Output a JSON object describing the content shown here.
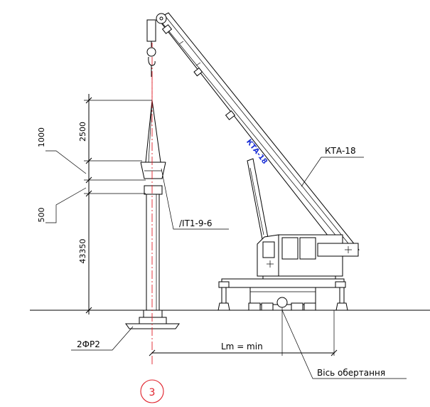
{
  "labels": {
    "crane": "КТА-18",
    "pylon_part": "/IT1-9-6",
    "base_part": "2ФР2",
    "reach": "Lm = min",
    "rotation_axis": "Вісь обертання",
    "boom_brand": "КТА-18",
    "axis_marker": "3"
  },
  "dimensions": {
    "top_height": "2500",
    "joint_height": "1000",
    "gap_height": "500",
    "main_height": "43350"
  },
  "colors": {
    "line": "#000000",
    "axis": "#e0202a",
    "brand": "#1a2fd6"
  }
}
